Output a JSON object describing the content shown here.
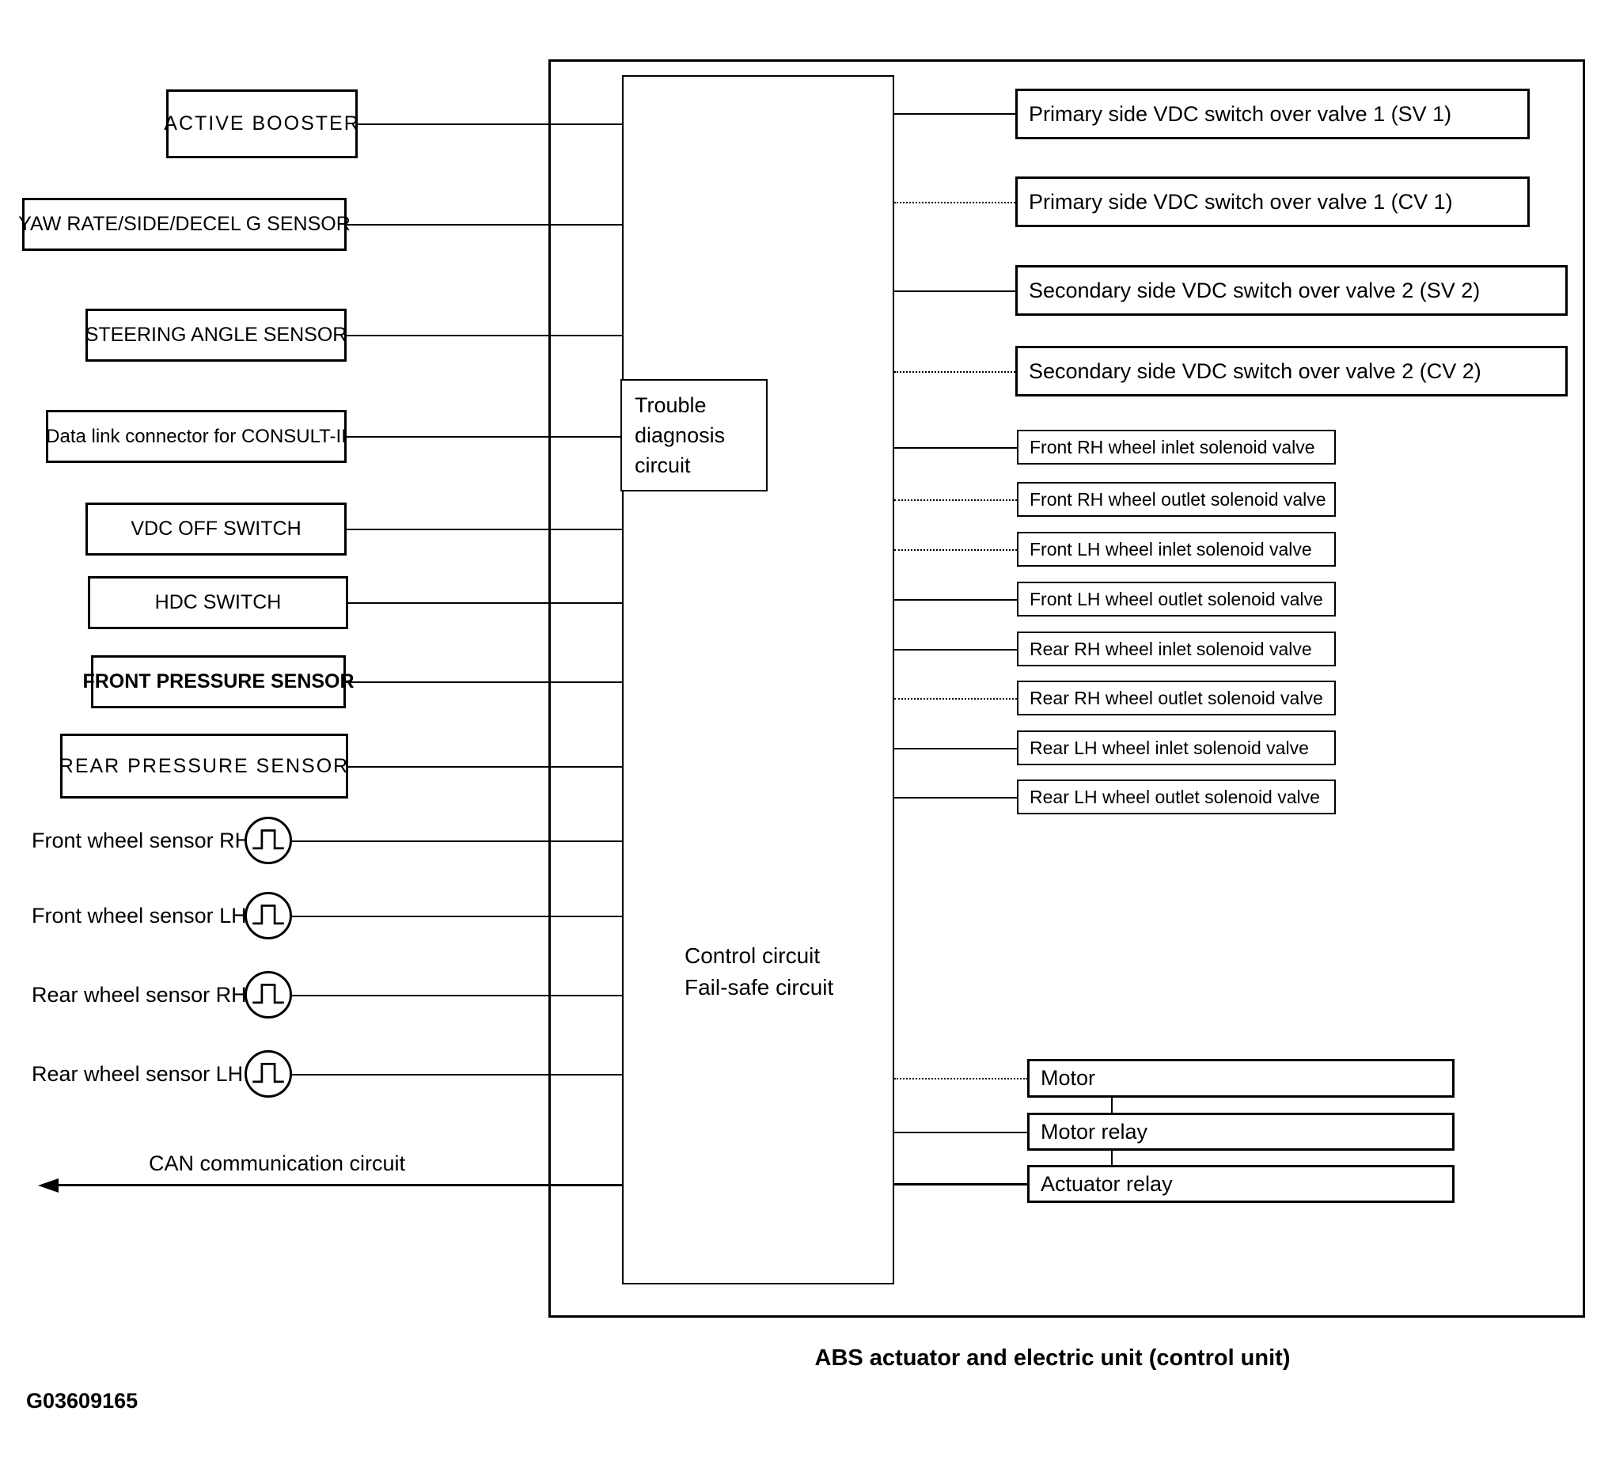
{
  "diagram": {
    "figure_code": "G03609165",
    "caption": "ABS actuator and electric unit (control unit)",
    "control_unit": {
      "trouble_box_label": "Trouble\ndiagnosis\ncircuit",
      "control_box_label": "Control circuit\nFail-safe circuit"
    },
    "inputs": {
      "boxes": [
        "ACTIVE BOOSTER",
        "YAW RATE/SIDE/DECEL G SENSOR",
        "STEERING ANGLE SENSOR",
        "Data link connector for CONSULT-II",
        "VDC OFF SWITCH",
        "HDC SWITCH",
        "FRONT PRESSURE SENSOR",
        "REAR PRESSURE SENSOR"
      ],
      "wheel_sensors": [
        "Front wheel sensor RH",
        "Front wheel sensor LH",
        "Rear wheel sensor RH",
        "Rear wheel sensor LH"
      ],
      "can_label": "CAN communication circuit"
    },
    "outputs": {
      "vdc_valves": [
        "Primary side VDC switch over valve 1 (SV 1)",
        "Primary side VDC switch over valve 1 (CV 1)",
        "Secondary side VDC switch over valve 2 (SV 2)",
        "Secondary side VDC switch over valve 2 (CV 2)"
      ],
      "solenoid_valves": [
        "Front RH wheel inlet solenoid valve",
        "Front RH wheel outlet solenoid valve",
        "Front LH wheel inlet solenoid valve",
        "Front LH wheel outlet solenoid valve",
        "Rear RH wheel inlet solenoid valve",
        "Rear RH wheel outlet solenoid valve",
        "Rear LH wheel inlet solenoid valve",
        "Rear LH wheel outlet solenoid valve"
      ],
      "motor_chain": [
        "Motor",
        "Motor relay",
        "Actuator relay"
      ]
    },
    "colors": {
      "line": "#000000",
      "background": "#ffffff"
    }
  }
}
